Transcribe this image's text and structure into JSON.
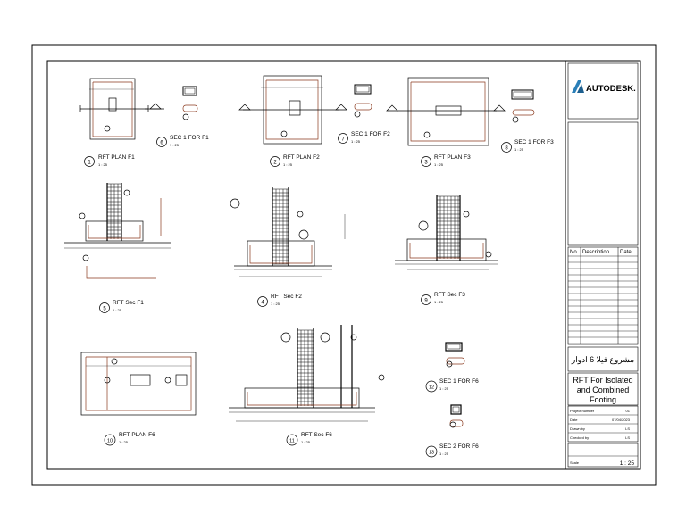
{
  "title_block": {
    "logo_text": "AUTODESK.",
    "table_headers": {
      "no": "No.",
      "description": "Description",
      "date": "Date"
    },
    "project_name": "مشروع فيلا 6 ادوار",
    "sheet_title": "RFT For Isolated and Combined Footing",
    "sheet_title_lines": [
      "RFT For Isolated",
      "and Combined",
      "Footing"
    ],
    "fields": [
      {
        "label": "Project number",
        "value": "01"
      },
      {
        "label": "Date",
        "value": "07/04/2023"
      },
      {
        "label": "Drawn by",
        "value": "LS"
      },
      {
        "label": "Checked by",
        "value": "LS"
      }
    ],
    "scale_label": "Scale",
    "scale_value": "1 : 25"
  },
  "views": [
    {
      "num": "1",
      "title": "RFT PLAN F1",
      "scale": "1 : 25"
    },
    {
      "num": "2",
      "title": "RFT PLAN F2",
      "scale": "1 : 25"
    },
    {
      "num": "3",
      "title": "RFT PLAN F3",
      "scale": "1 : 25"
    },
    {
      "num": "4",
      "title": "RFT Sec F2",
      "scale": "1 : 25"
    },
    {
      "num": "5",
      "title": "RFT Sec F1",
      "scale": "1 : 25"
    },
    {
      "num": "6",
      "title": "SEC 1 FOR F1",
      "scale": "1 : 25"
    },
    {
      "num": "7",
      "title": "SEC 1 FOR F2",
      "scale": "1 : 25"
    },
    {
      "num": "8",
      "title": "SEC 1 FOR F3",
      "scale": "1 : 25"
    },
    {
      "num": "9",
      "title": "RFT Sec F3",
      "scale": "1 : 25"
    },
    {
      "num": "10",
      "title": "RFT PLAN F6",
      "scale": "1 : 25"
    },
    {
      "num": "11",
      "title": "RFT Sec F6",
      "scale": "1 : 25"
    },
    {
      "num": "12",
      "title": "SEC 1 FOR F6",
      "scale": "1 : 25"
    },
    {
      "num": "13",
      "title": "SEC 2 FOR F6",
      "scale": "1 : 25"
    }
  ]
}
